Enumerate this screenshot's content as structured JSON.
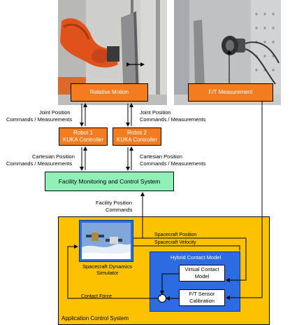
{
  "photos": {
    "left_caption": "Relative Motion",
    "right_caption": "F/T Measurement"
  },
  "arrows_text": {
    "joint_left_1": "Joint Position",
    "joint_left_2": "Commands / Measurements",
    "joint_right_1": "Joint Position",
    "joint_right_2": "Commands / Measurements",
    "cart_left_1": "Cartesian Position",
    "cart_left_2": "Commands / Measurements",
    "cart_right_1": "Cartesian Position",
    "cart_right_2": "Commands / Measurements",
    "facility_pos_1": "Facility Position",
    "facility_pos_2": "Commands"
  },
  "robots": {
    "robot1_line1": "Robot 1",
    "robot1_line2": "KUKA Controller",
    "robot2_line1": "Robot 2",
    "robot2_line2": "KUKA Controller"
  },
  "facility": {
    "label": "Facility Monitoring and Control System"
  },
  "application": {
    "title": "Application Control System",
    "simulator_line1": "Spacecraft Dynamics",
    "simulator_line2": "Simulator",
    "spacecraft_position": "Spacecraft Position",
    "spacecraft_velocity": "Spacecraft Velocity",
    "hybrid_title": "Hybrid Contact Model",
    "virtual_line1": "Virtual Contact",
    "virtual_line2": "Model",
    "ft_line1": "F/T Sensor",
    "ft_line2": "Calibration",
    "contact_force": "Contact Force"
  }
}
